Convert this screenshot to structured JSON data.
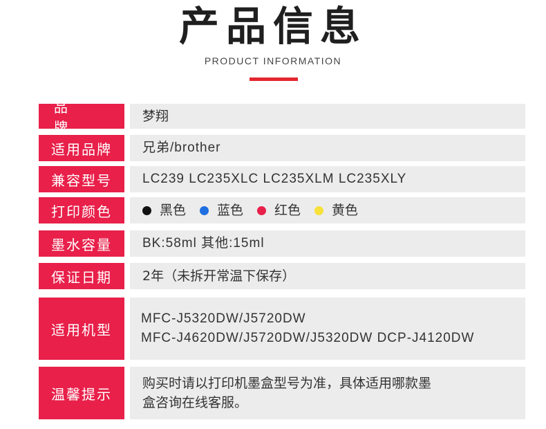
{
  "header": {
    "title": "产品信息",
    "subtitle": "PRODUCT INFORMATION"
  },
  "rows": {
    "brand": {
      "label": "品 牌",
      "value": "梦翔"
    },
    "applicable_brand": {
      "label": "适用品牌",
      "value": "兄弟/brother"
    },
    "model": {
      "label": "兼容型号",
      "value": "LC239 LC235XLC LC235XLM LC235XLY"
    },
    "print_colors": {
      "label": "打印颜色",
      "items": [
        {
          "name": "黑色",
          "color": "#111111"
        },
        {
          "name": "蓝色",
          "color": "#1f6fe0"
        },
        {
          "name": "红色",
          "color": "#e8204a"
        },
        {
          "name": "黄色",
          "color": "#f7e13a"
        }
      ]
    },
    "capacity": {
      "label": "墨水容量",
      "value": "BK:58ml 其他:15ml"
    },
    "warranty": {
      "label": "保证日期",
      "value": "2年（未拆开常温下保存）"
    },
    "machines": {
      "label": "适用机型",
      "line1": "MFC-J5320DW/J5720DW",
      "line2": "MFC-J4620DW/J5720DW/J5320DW DCP-J4120DW"
    },
    "tips": {
      "label": "温馨提示",
      "line1": "购买时请以打印机墨盒型号为准，具体适用哪款墨",
      "line2": "盒咨询在线客服。"
    }
  },
  "colors": {
    "accent": "#e8204a",
    "cell_bg": "#ececec"
  }
}
